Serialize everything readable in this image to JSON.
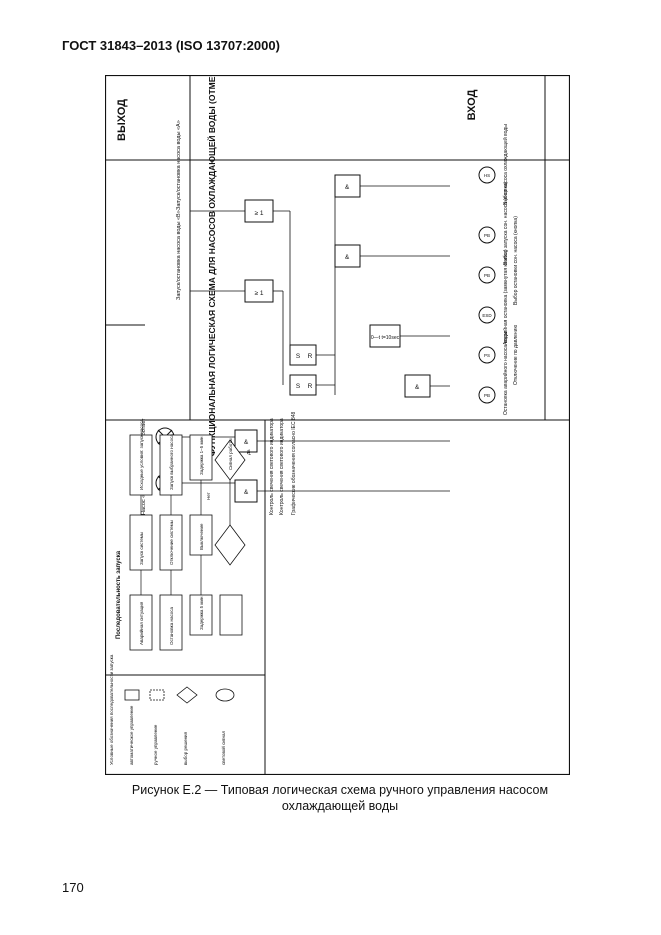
{
  "header": {
    "doc_id": "ГОСТ 31843–2013 (ISO 13707:2000)"
  },
  "caption": {
    "line1": "Рисунок Е.2 — Типовая логическая схема ручного управления насосом",
    "line2": "охлаждающей воды"
  },
  "page_number": "170",
  "figure": {
    "section_titles": {
      "input": "ВХОД",
      "function": "ФУНКЦИОНАЛЬНАЯ ЛОГИЧЕСКАЯ СХЕМА ДЛЯ НАСОСОВ ОХЛАЖДАЮЩЕЙ ВОДЫ (ОТМЕЧЕНО *)",
      "output": "ВЫХОД"
    },
    "inputs": [
      {
        "badge": "HS",
        "text": "Выбор насоса охлаждающей воды"
      },
      {
        "badge": "PB",
        "text": "Выбор запуска сон. насоса (кнопка)"
      },
      {
        "badge": "PB",
        "text": "Выбор остановки сон. насоса (кнопка)"
      },
      {
        "badge": "ESD",
        "text": "Аварийная остановка (замкнутая кнопка)"
      },
      {
        "badge": "PS",
        "text": "Отключение по давлению"
      },
      {
        "badge": "PB",
        "text": "Остановка аварийного насоса воды"
      }
    ],
    "logic_blocks": {
      "or": "≥ 1",
      "and": "&",
      "set": "S",
      "reset": "R",
      "timer": "0—t t=10sec"
    },
    "outputs": [
      {
        "text": "Запуск/остановка насоса воды «А»"
      },
      {
        "text": "Запуск/остановка насоса воды «В»"
      },
      {
        "text": "Насос «А» работает"
      },
      {
        "text": "Насос «В» работает"
      }
    ],
    "indicator_notes": [
      "Контроль свечения светового индикатора",
      "Контроль свечения светового индикатора"
    ],
    "graphic_note": "Графические обозначения согласно IEC 848",
    "legend": {
      "title": "Условные обозначения последовательности запуска",
      "items": [
        "автоматическое управление",
        "ручное управление",
        "выбор решения",
        "световой сигнал"
      ]
    },
    "flowchart": {
      "title": "Последовательность запуска",
      "steps": [
        "Исходные условия: запуск насоса",
        "Запуск выбранного насоса",
        "Задержка 1–5 мин",
        "Сигнал работы",
        "Да",
        "Нет",
        "Запуск системы",
        "Отключение системы",
        "Выключение",
        "Аварийная ситуация",
        "Остановка насоса",
        "Задержка 5 мин"
      ]
    }
  }
}
